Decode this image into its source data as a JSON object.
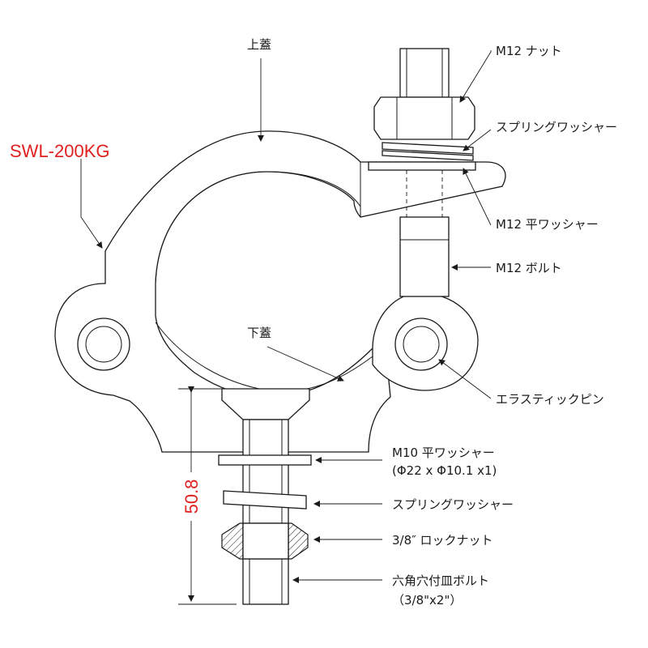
{
  "model": "SWL-200KG",
  "dimension": "50.8",
  "labels": {
    "upper_cover": "上蓋",
    "lower_cover": "下蓋",
    "m12_nut": "M12 ナット",
    "spring_washer_top": "スプリングワッシャー",
    "m12_flat_washer": "M12 平ワッシャー",
    "m12_bolt": "M12 ボルト",
    "elastic_pin": "エラスティックピン",
    "m10_flat_washer": "M10 平ワッシャー",
    "m10_flat_washer_spec": "(Φ22 x Φ10.1 x1)",
    "spring_washer_bottom": "スプリングワッシャー",
    "lock_nut": "3/8″ ロックナット",
    "hex_socket_bolt": "六角穴付皿ボルト",
    "hex_socket_bolt_spec": "（3/8\"x2\"）"
  },
  "colors": {
    "accent_red": "#e02020",
    "line": "#1a1a1a"
  }
}
